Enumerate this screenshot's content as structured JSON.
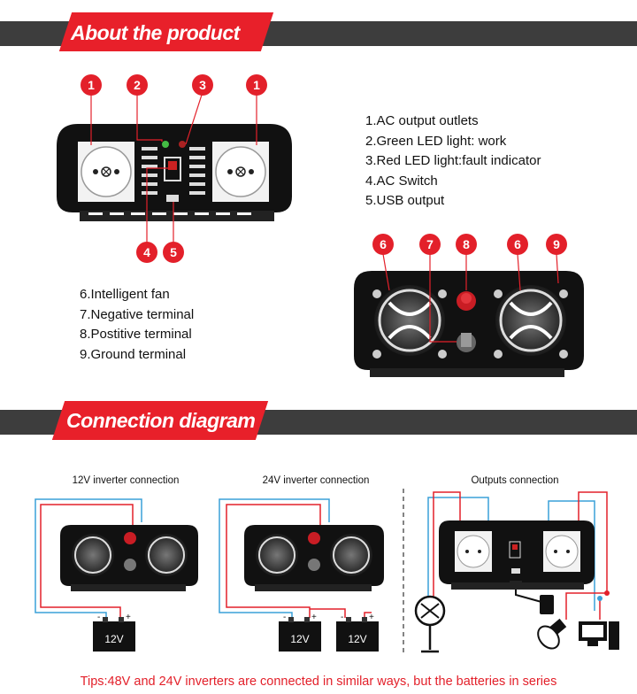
{
  "sections": {
    "about_title": "About the product",
    "connection_title": "Connection diagram"
  },
  "front_callouts": [
    "1",
    "2",
    "3",
    "1",
    "4",
    "5"
  ],
  "back_callouts": [
    "6",
    "7",
    "8",
    "6",
    "9"
  ],
  "front_legend": [
    "1.AC output outlets",
    "2.Green LED light: work",
    "3.Red LED light:fault indicator",
    "4.AC Switch",
    "5.USB output"
  ],
  "back_legend": [
    "6.Intelligent fan",
    "7.Negative terminal",
    "8.Postitive terminal",
    "9.Ground terminal"
  ],
  "diagrams": {
    "d12_title": "12V inverter connection",
    "d24_title": "24V inverter connection",
    "out_title": "Outputs connection",
    "battery_label": "12V",
    "minus": "-",
    "plus": "+"
  },
  "colors": {
    "accent": "#e8202a",
    "band": "#3d3d3d",
    "wire_red": "#e3202a",
    "wire_blue": "#3aa0d8"
  },
  "tips": "Tips:48V and 24V inverters are connected in similar ways, but the batteries in series"
}
